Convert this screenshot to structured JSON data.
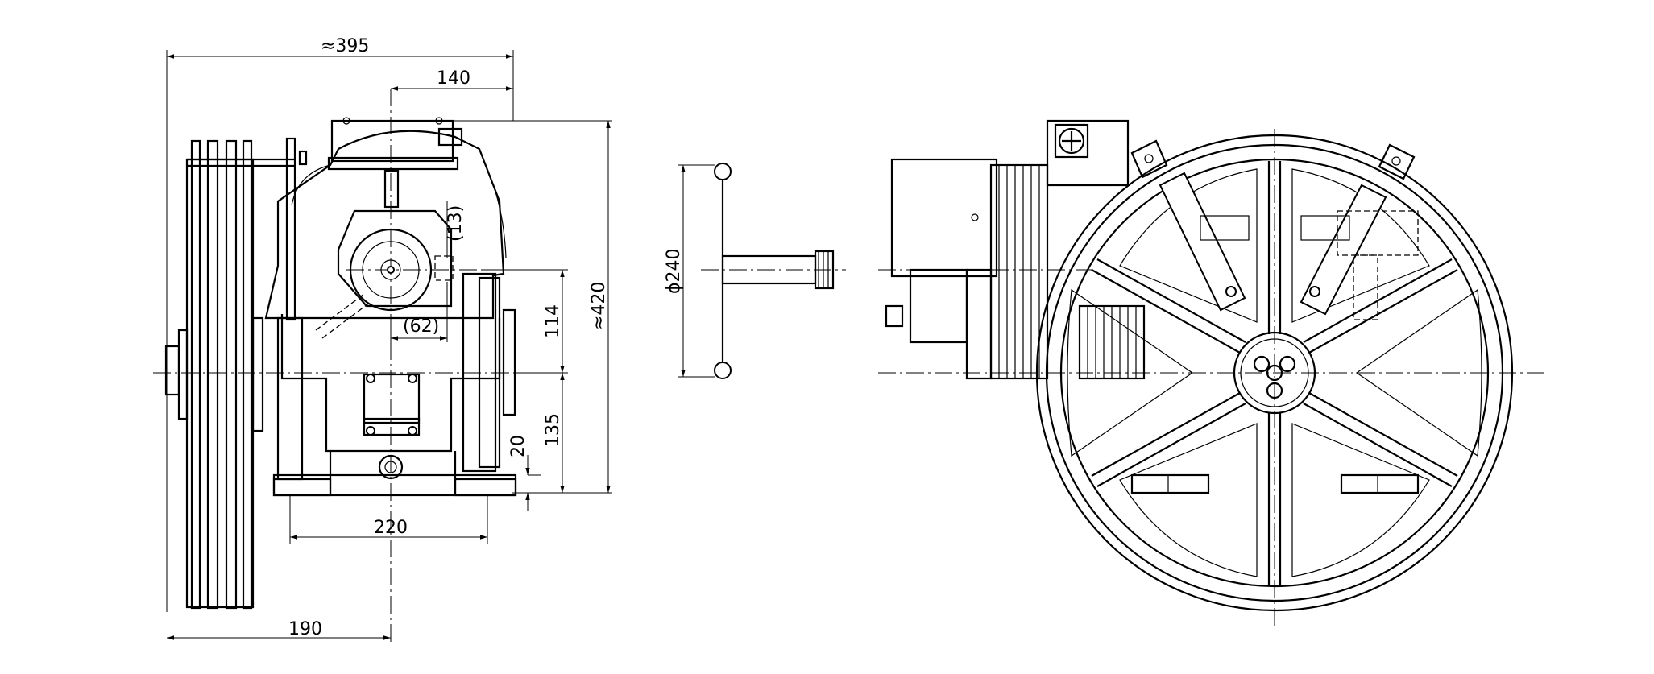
{
  "dimensions": {
    "overall_width": "≈395",
    "top_offset": "140",
    "hidden_offset": "(13)",
    "shaft_offset": "(62)",
    "height_upper": "114",
    "overall_height": "≈420",
    "height_lower": "135",
    "base_height": "20",
    "base_width": "220",
    "sheave_offset": "190",
    "handwheel_diameter": "ϕ240"
  }
}
